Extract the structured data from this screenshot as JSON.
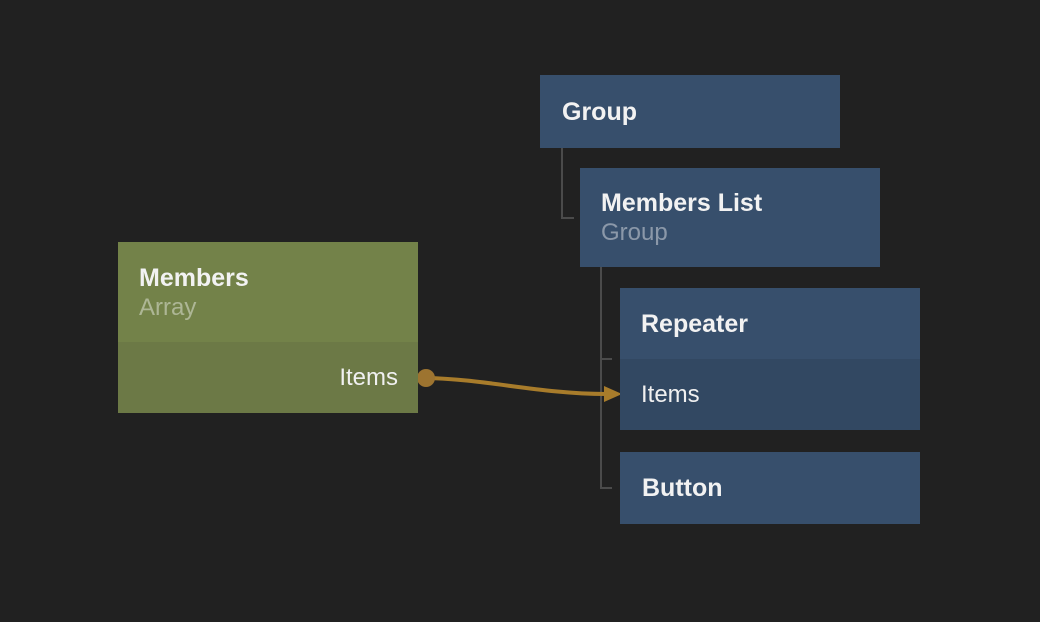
{
  "canvas": {
    "background": "#212121"
  },
  "palette": {
    "node_blue": "#374f6c",
    "node_blue_port_row": "#324862",
    "node_green": "#738249",
    "node_green_port_row": "#6c7946",
    "hierarchy_line": "#4b4b4b",
    "connection_wire": "#a87c2b",
    "connection_dot": "#9d7430",
    "title_text": "#f2f2f2",
    "subtitle_text": "rgba(255,255,255,0.42)"
  },
  "nodes": {
    "group": {
      "title": "Group"
    },
    "members_list": {
      "title": "Members List",
      "subtitle": "Group"
    },
    "repeater": {
      "title": "Repeater",
      "input_port": "Items"
    },
    "button": {
      "title": "Button"
    },
    "members": {
      "title": "Members",
      "subtitle": "Array",
      "output_port": "Items"
    }
  },
  "hierarchy": {
    "root": "Group",
    "children_of_group": [
      "Members List"
    ],
    "children_of_members_list": [
      "Repeater",
      "Button"
    ]
  },
  "connection": {
    "from_node": "Members",
    "from_port": "Items",
    "to_node": "Repeater",
    "to_port": "Items"
  }
}
